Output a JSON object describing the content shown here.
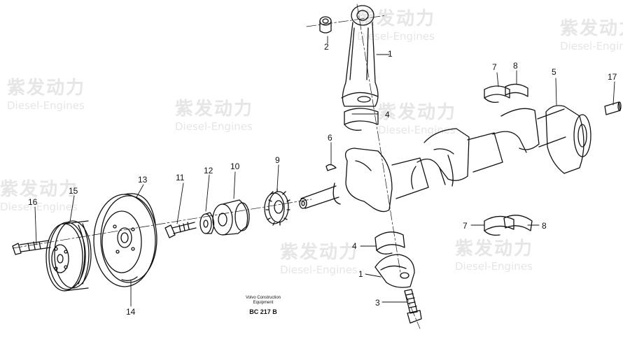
{
  "watermark": {
    "cn": "紫发动力",
    "en": "Diesel-Engines"
  },
  "callouts": [
    "1",
    "2",
    "1",
    "3",
    "4",
    "4",
    "5",
    "6",
    "7",
    "8",
    "7",
    "8",
    "9",
    "10",
    "11",
    "12",
    "13",
    "14",
    "15",
    "16",
    "17"
  ],
  "caption": {
    "line1": "Volvo Construction",
    "line2": "Equipment",
    "code": "BC 217 B"
  }
}
